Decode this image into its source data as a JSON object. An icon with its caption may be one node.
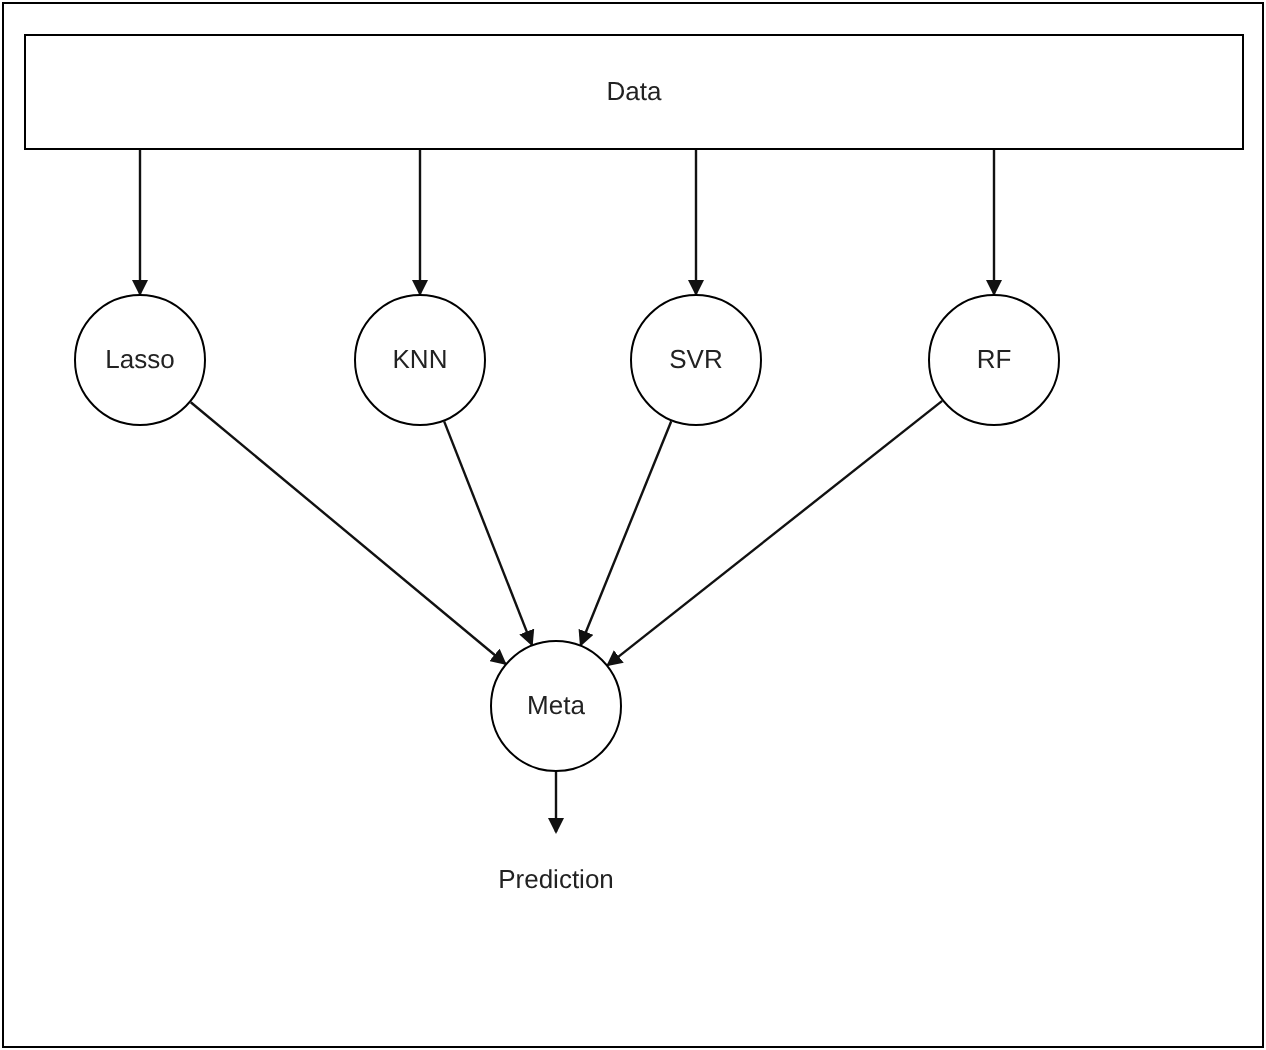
{
  "diagram": {
    "nodes": [
      {
        "text": [
          "Data"
        ]
      },
      {
        "text": [
          "Lasso"
        ]
      },
      {
        "text": [
          "KNN"
        ]
      },
      {
        "text": [
          "SVR"
        ]
      },
      {
        "text": [
          "RF"
        ]
      },
      {
        "text": [
          "Meta"
        ]
      },
      {
        "text": [
          "Prediction"
        ]
      }
    ],
    "edges": [
      {
        "from": 0,
        "to": 1,
        "arrow": "to"
      },
      {
        "from": 0,
        "to": 2,
        "arrow": "to"
      },
      {
        "from": 0,
        "to": 3,
        "arrow": "to"
      },
      {
        "from": 0,
        "to": 4,
        "arrow": "to"
      },
      {
        "from": 1,
        "to": 5,
        "arrow": "to"
      },
      {
        "from": 2,
        "to": 5,
        "arrow": "to"
      },
      {
        "from": 3,
        "to": 5,
        "arrow": "to"
      },
      {
        "from": 4,
        "to": 5,
        "arrow": "to"
      },
      {
        "from": 5,
        "to": 6,
        "arrow": "to"
      }
    ]
  }
}
